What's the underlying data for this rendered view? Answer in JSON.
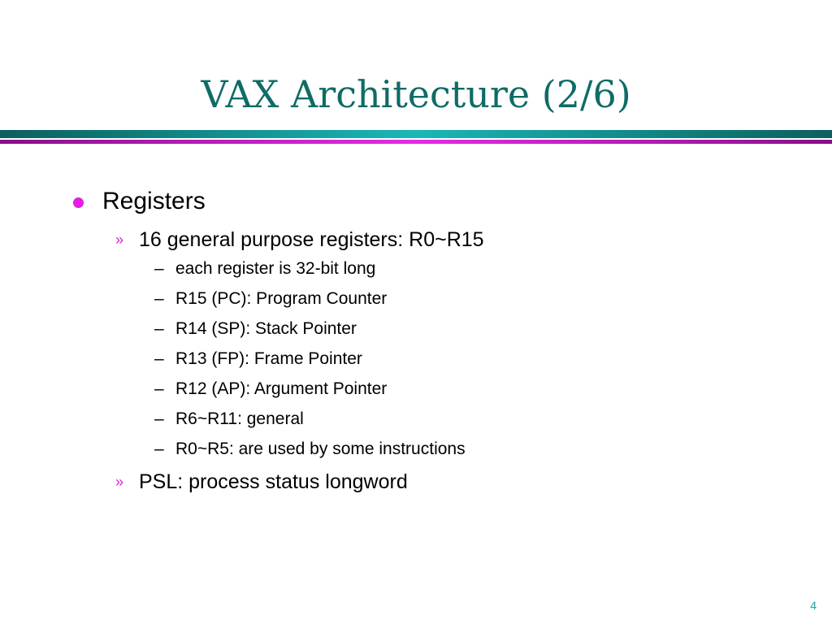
{
  "slide": {
    "title": "VAX Architecture (2/6)",
    "page_number": "4",
    "colors": {
      "title": "#0f6b66",
      "teal_rule": "#19b8b6",
      "purple_rule": "#e62be6",
      "bullet": "#e21ee2"
    },
    "bullets": {
      "level1_marker": "●",
      "level2_marker": "»",
      "level3_marker": "–"
    },
    "content": {
      "heading": "Registers",
      "sub1": "16 general purpose registers: R0~R15",
      "details": [
        "each register is 32-bit long",
        "R15 (PC): Program Counter",
        "R14 (SP): Stack Pointer",
        "R13 (FP): Frame Pointer",
        "R12 (AP): Argument Pointer",
        "R6~R11: general",
        "R0~R5: are used by some instructions"
      ],
      "sub2": "PSL: process status longword"
    }
  }
}
